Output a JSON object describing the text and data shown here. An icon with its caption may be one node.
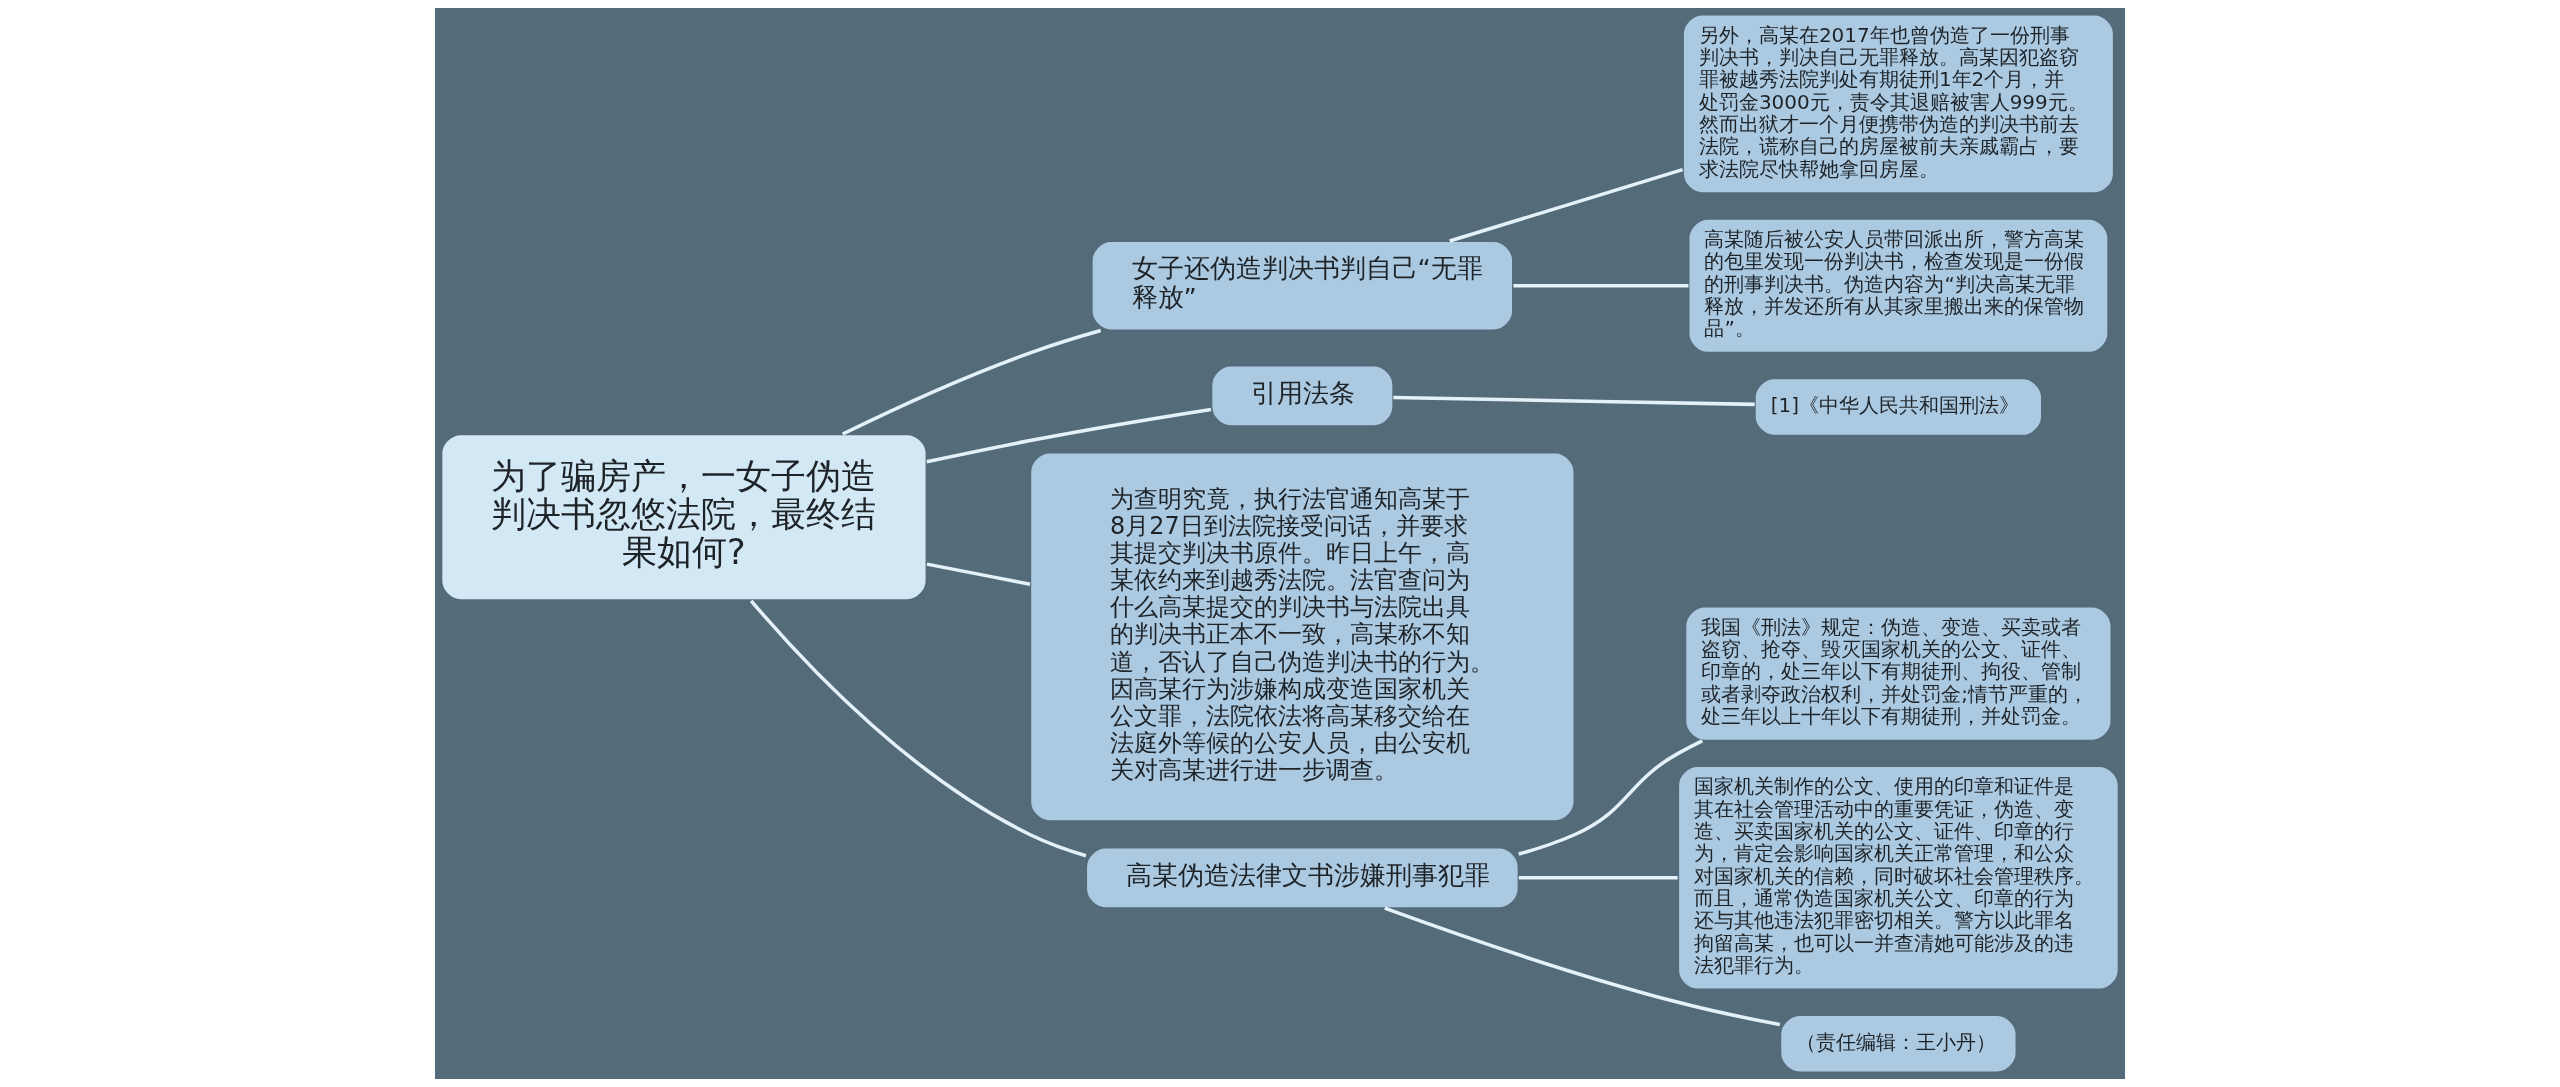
{
  "diagram": {
    "nodes": [
      {
        "text": [
          "为了骗房产，一女子伪造判决书忽悠法院，最终结果如何?"
        ]
      },
      {
        "text": [
          "女子还伪造判决书判自己“无罪释放”"
        ]
      },
      {
        "text": [
          "另外，高某在2017年也曾伪造了一份刑事判决书，判决自己无罪释放。高某因犯盗窃罪被越秀法院判处有期徒刑1年2个月，并处罚金3000元，责令其退赔被害人999元。然而出狱才一个月便携带伪造的判决书前去法院，谎称自己的房屋被前夫亲戚霸占，要求法院尽快帮她拿回房屋。"
        ]
      },
      {
        "text": [
          "高某随后被公安人员带回派出所，警方高某的包里发现一份判决书，检查发现是一份假的刑事判决书。伪造内容为“判决高某无罪释放，并发还所有从其家里搬出来的保管物品”。"
        ]
      },
      {
        "text": [
          "引用法条"
        ]
      },
      {
        "text": [
          "[1]《中华人民共和国刑法》"
        ]
      },
      {
        "text": [
          "为查明究竟，执行法官通知高某于8月27日到法院接受问话，并要求其提交判决书原件。昨日上午，高某依约来到越秀法院。法官查问为什么高某提交的判决书与法院出具的判决书正本不一致，高某称不知道，否认了自己伪造判决书的行为。因高某行为涉嫌构成变造国家机关公文罪，法院依法将高某移交给在法庭外等候的公安人员，由公安机关对高某进行进一步调查。"
        ]
      },
      {
        "text": [
          "高某伪造法律文书涉嫌刑事犯罪"
        ]
      },
      {
        "text": [
          "我国《刑法》规定：伪造、变造、买卖或者盗窃、抢夺、毁灭国家机关的公文、证件、印章的，处三年以下有期徒刑、拘役、管制或者剥夺政治权利，并处罚金;情节严重的，处三年以上十年以下有期徒刑，并处罚金。"
        ]
      },
      {
        "text": [
          "国家机关制作的公文、使用的印章和证件是其在社会管理活动中的重要凭证，伪造、变造、买卖国家机关的公文、证件、印章的行为，肯定会影响国家机关正常管理，和公众对国家机关的信赖，同时破坏社会管理秩序。而且，通常伪造国家机关公文、印章的行为还与其他违法犯罪密切相关。警方以此罪名拘留高某，也可以一并查清她可能涉及的违法犯罪行为。"
        ]
      },
      {
        "text": [
          "（责任编辑：王小丹）"
        ]
      }
    ],
    "edges": [
      {
        "from": 0,
        "to": 1,
        "arrow": "none"
      },
      {
        "from": 1,
        "to": 2,
        "arrow": "none"
      },
      {
        "from": 1,
        "to": 3,
        "arrow": "none"
      },
      {
        "from": 0,
        "to": 4,
        "arrow": "none"
      },
      {
        "from": 4,
        "to": 5,
        "arrow": "none"
      },
      {
        "from": 0,
        "to": 6,
        "arrow": "none"
      },
      {
        "from": 0,
        "to": 7,
        "arrow": "none"
      },
      {
        "from": 7,
        "to": 8,
        "arrow": "none"
      },
      {
        "from": 7,
        "to": 9,
        "arrow": "none"
      },
      {
        "from": 7,
        "to": 10,
        "arrow": "none"
      }
    ]
  }
}
